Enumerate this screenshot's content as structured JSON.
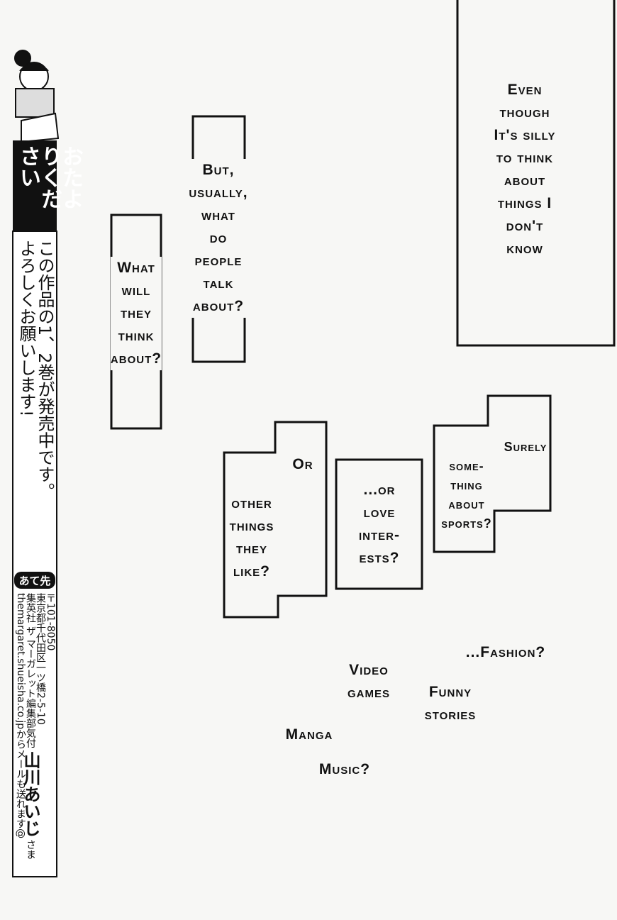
{
  "bubbles": {
    "even_though": [
      "Even",
      "though",
      "It's silly",
      "to think",
      "about",
      "things I",
      "don't",
      "know"
    ],
    "but_usually": [
      "But,",
      "usually,",
      "what",
      "do",
      "people",
      "talk",
      "about?"
    ],
    "what_will": [
      "What",
      "will",
      "they",
      "think",
      "about?"
    ],
    "or": "Or",
    "other_things": [
      "other",
      "things",
      "they",
      "like?"
    ],
    "love": [
      "...or",
      "love",
      "inter-",
      "ests?"
    ],
    "surely": "Surely",
    "sports": [
      "some-",
      "thing",
      "about",
      "sports?"
    ]
  },
  "floating": {
    "fashion": "...Fashion?",
    "video_games": [
      "Video",
      "games"
    ],
    "funny_stories": [
      "Funny",
      "stories"
    ],
    "manga": "Manga",
    "music": "Music?"
  },
  "sidebar": {
    "header": "おたよりください",
    "message_1": "この作品の1、2巻が発売中です。",
    "message_2": "よろしくお願いします!",
    "address_label": "あて先",
    "postal": "〒101-8050",
    "address_1": "東京都千代田区一ツ橋2-5-10",
    "address_2": "集英社 ザ マーガレット編集部気付",
    "recipient": "山川あいじ",
    "honorific": "さま",
    "email_note": "themargaret.shueisha.co.jpからメールも送れます@"
  }
}
